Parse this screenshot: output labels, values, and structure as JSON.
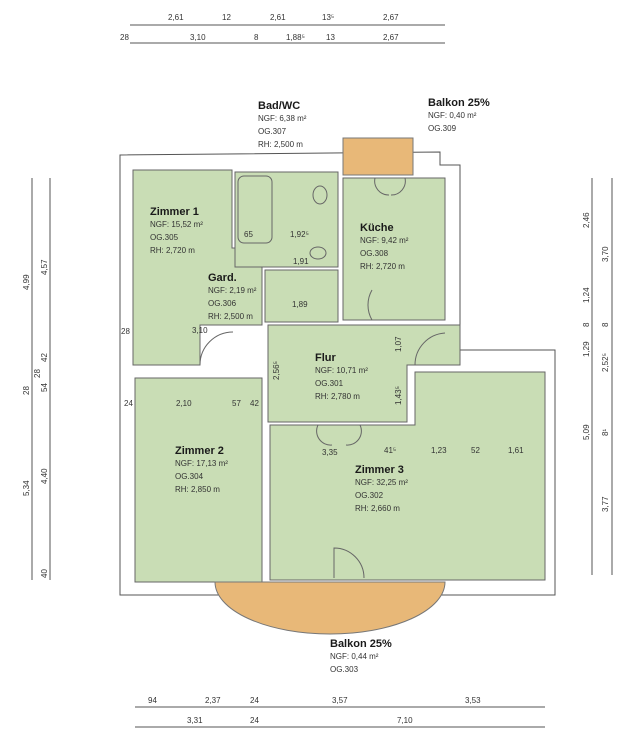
{
  "rooms": {
    "zimmer1": {
      "title": "Zimmer 1",
      "ngf": "NGF: 15,52 m²",
      "og": "OG.305",
      "rh": "RH:  2,720 m"
    },
    "gard": {
      "title": "Gard.",
      "ngf": "NGF: 2,19 m²",
      "og": "OG.306",
      "rh": "RH:  2,500 m"
    },
    "bad": {
      "title": "Bad/WC",
      "ngf": "NGF: 6,38 m²",
      "og": "OG.307",
      "rh": "RH:  2,500 m"
    },
    "kueche": {
      "title": "Küche",
      "ngf": "NGF: 9,42 m²",
      "og": "OG.308",
      "rh": "RH:  2,720 m"
    },
    "balkon_top": {
      "title": "Balkon 25%",
      "ngf": "NGF:    0,40 m²",
      "og": "OG.309"
    },
    "flur": {
      "title": "Flur",
      "ngf": "NGF: 10,71 m²",
      "og": "OG.301",
      "rh": "RH:    2,780 m"
    },
    "zimmer2": {
      "title": "Zimmer 2",
      "ngf": "NGF: 17,13 m²",
      "og": "OG.304",
      "rh": "RH:    2,850 m"
    },
    "zimmer3": {
      "title": "Zimmer 3",
      "ngf": "NGF: 32,25 m²",
      "og": "OG.302",
      "rh": "RH:    2,660 m"
    },
    "balkon_bottom": {
      "title": "Balkon 25%",
      "ngf": "NGF:    0,44 m²",
      "og": "OG.303"
    }
  },
  "dimensions": {
    "top_row1": [
      "2,61",
      "12",
      "2,61",
      "13⁵",
      "2,67"
    ],
    "top_row2": [
      "28",
      "3,10",
      "8",
      "1,88⁵",
      "13",
      "2,67"
    ],
    "left_outer": [
      "4,99",
      "28",
      "5,34"
    ],
    "left_inner": [
      "4,57",
      "42",
      "28",
      "54",
      "4,40",
      "40"
    ],
    "right_outer": [
      "2,46",
      "1,24",
      "8",
      "1,29",
      "5,09"
    ],
    "right_inner": [
      "3,70",
      "8",
      "2,52⁵",
      "8¹",
      "3,77"
    ],
    "bottom_row1": [
      "94",
      "2,37",
      "24",
      "3,57",
      "3,53"
    ],
    "bottom_row2": [
      "3,31",
      "24",
      "7,10"
    ],
    "interior": [
      "65",
      "1,92⁵",
      "1,91",
      "1,89",
      "28",
      "3,10",
      "2,56⁵",
      "1,07",
      "1,43⁵",
      "24",
      "2,10",
      "57",
      "42",
      "3,35",
      "41⁵",
      "1,23",
      "52",
      "1,61"
    ]
  },
  "colors": {
    "room": "#c9ddb5",
    "balcony": "#e8b878",
    "wall": "#555555"
  }
}
